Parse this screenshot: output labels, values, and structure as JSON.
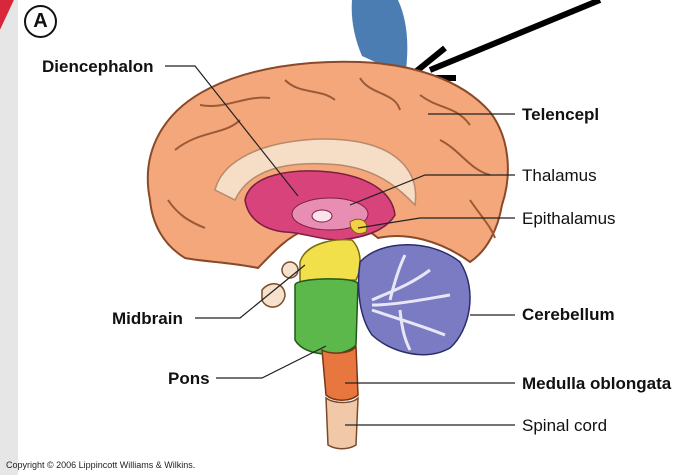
{
  "figure": {
    "panel_letter": "A",
    "copyright": "Copyright © 2006 Lippincott Williams & Wilkins."
  },
  "labels": {
    "diencephalon": "Diencephalon",
    "telencephalon": "Telencepl",
    "thalamus": "Thalamus",
    "epithalamus": "Epithalamus",
    "midbrain": "Midbrain",
    "cerebellum": "Cerebellum",
    "pons": "Pons",
    "medulla": "Medulla oblongata",
    "spinal_cord": "Spinal cord"
  },
  "colors": {
    "cortex": "#f3a77b",
    "diencephalon": "#d9437c",
    "thalamus": "#e88db3",
    "midbrain": "#f2e04a",
    "pons": "#5cb84a",
    "medulla": "#e7773e",
    "cerebellum": "#7b7bc4",
    "slide_accent_blue": "#4b7db3",
    "slide_accent_red": "#d6283a"
  }
}
